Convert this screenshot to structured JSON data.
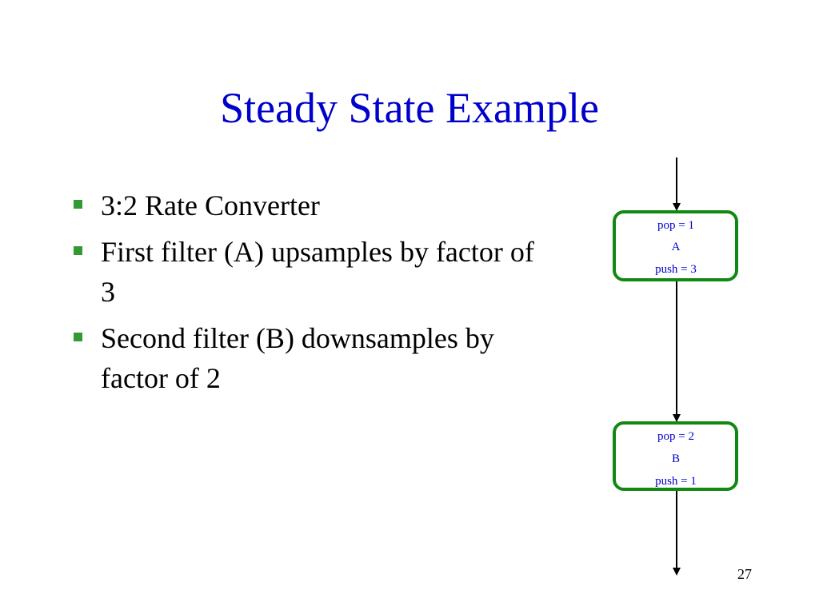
{
  "title": "Steady State Example",
  "bullets": [
    "3:2 Rate Converter",
    "First filter (A) upsamples by factor of 3",
    "Second filter (B) downsamples by factor of 2"
  ],
  "diagram": {
    "nodes": [
      {
        "pop": "pop = 1",
        "name": "A",
        "push": "push = 3"
      },
      {
        "pop": "pop = 2",
        "name": "B",
        "push": "push = 1"
      }
    ],
    "colors": {
      "box_border": "#118811",
      "text": "#0000cc",
      "line": "#000000"
    }
  },
  "page_number": "27",
  "colors": {
    "title": "#0000cc",
    "bullet_marker": "#339933"
  }
}
